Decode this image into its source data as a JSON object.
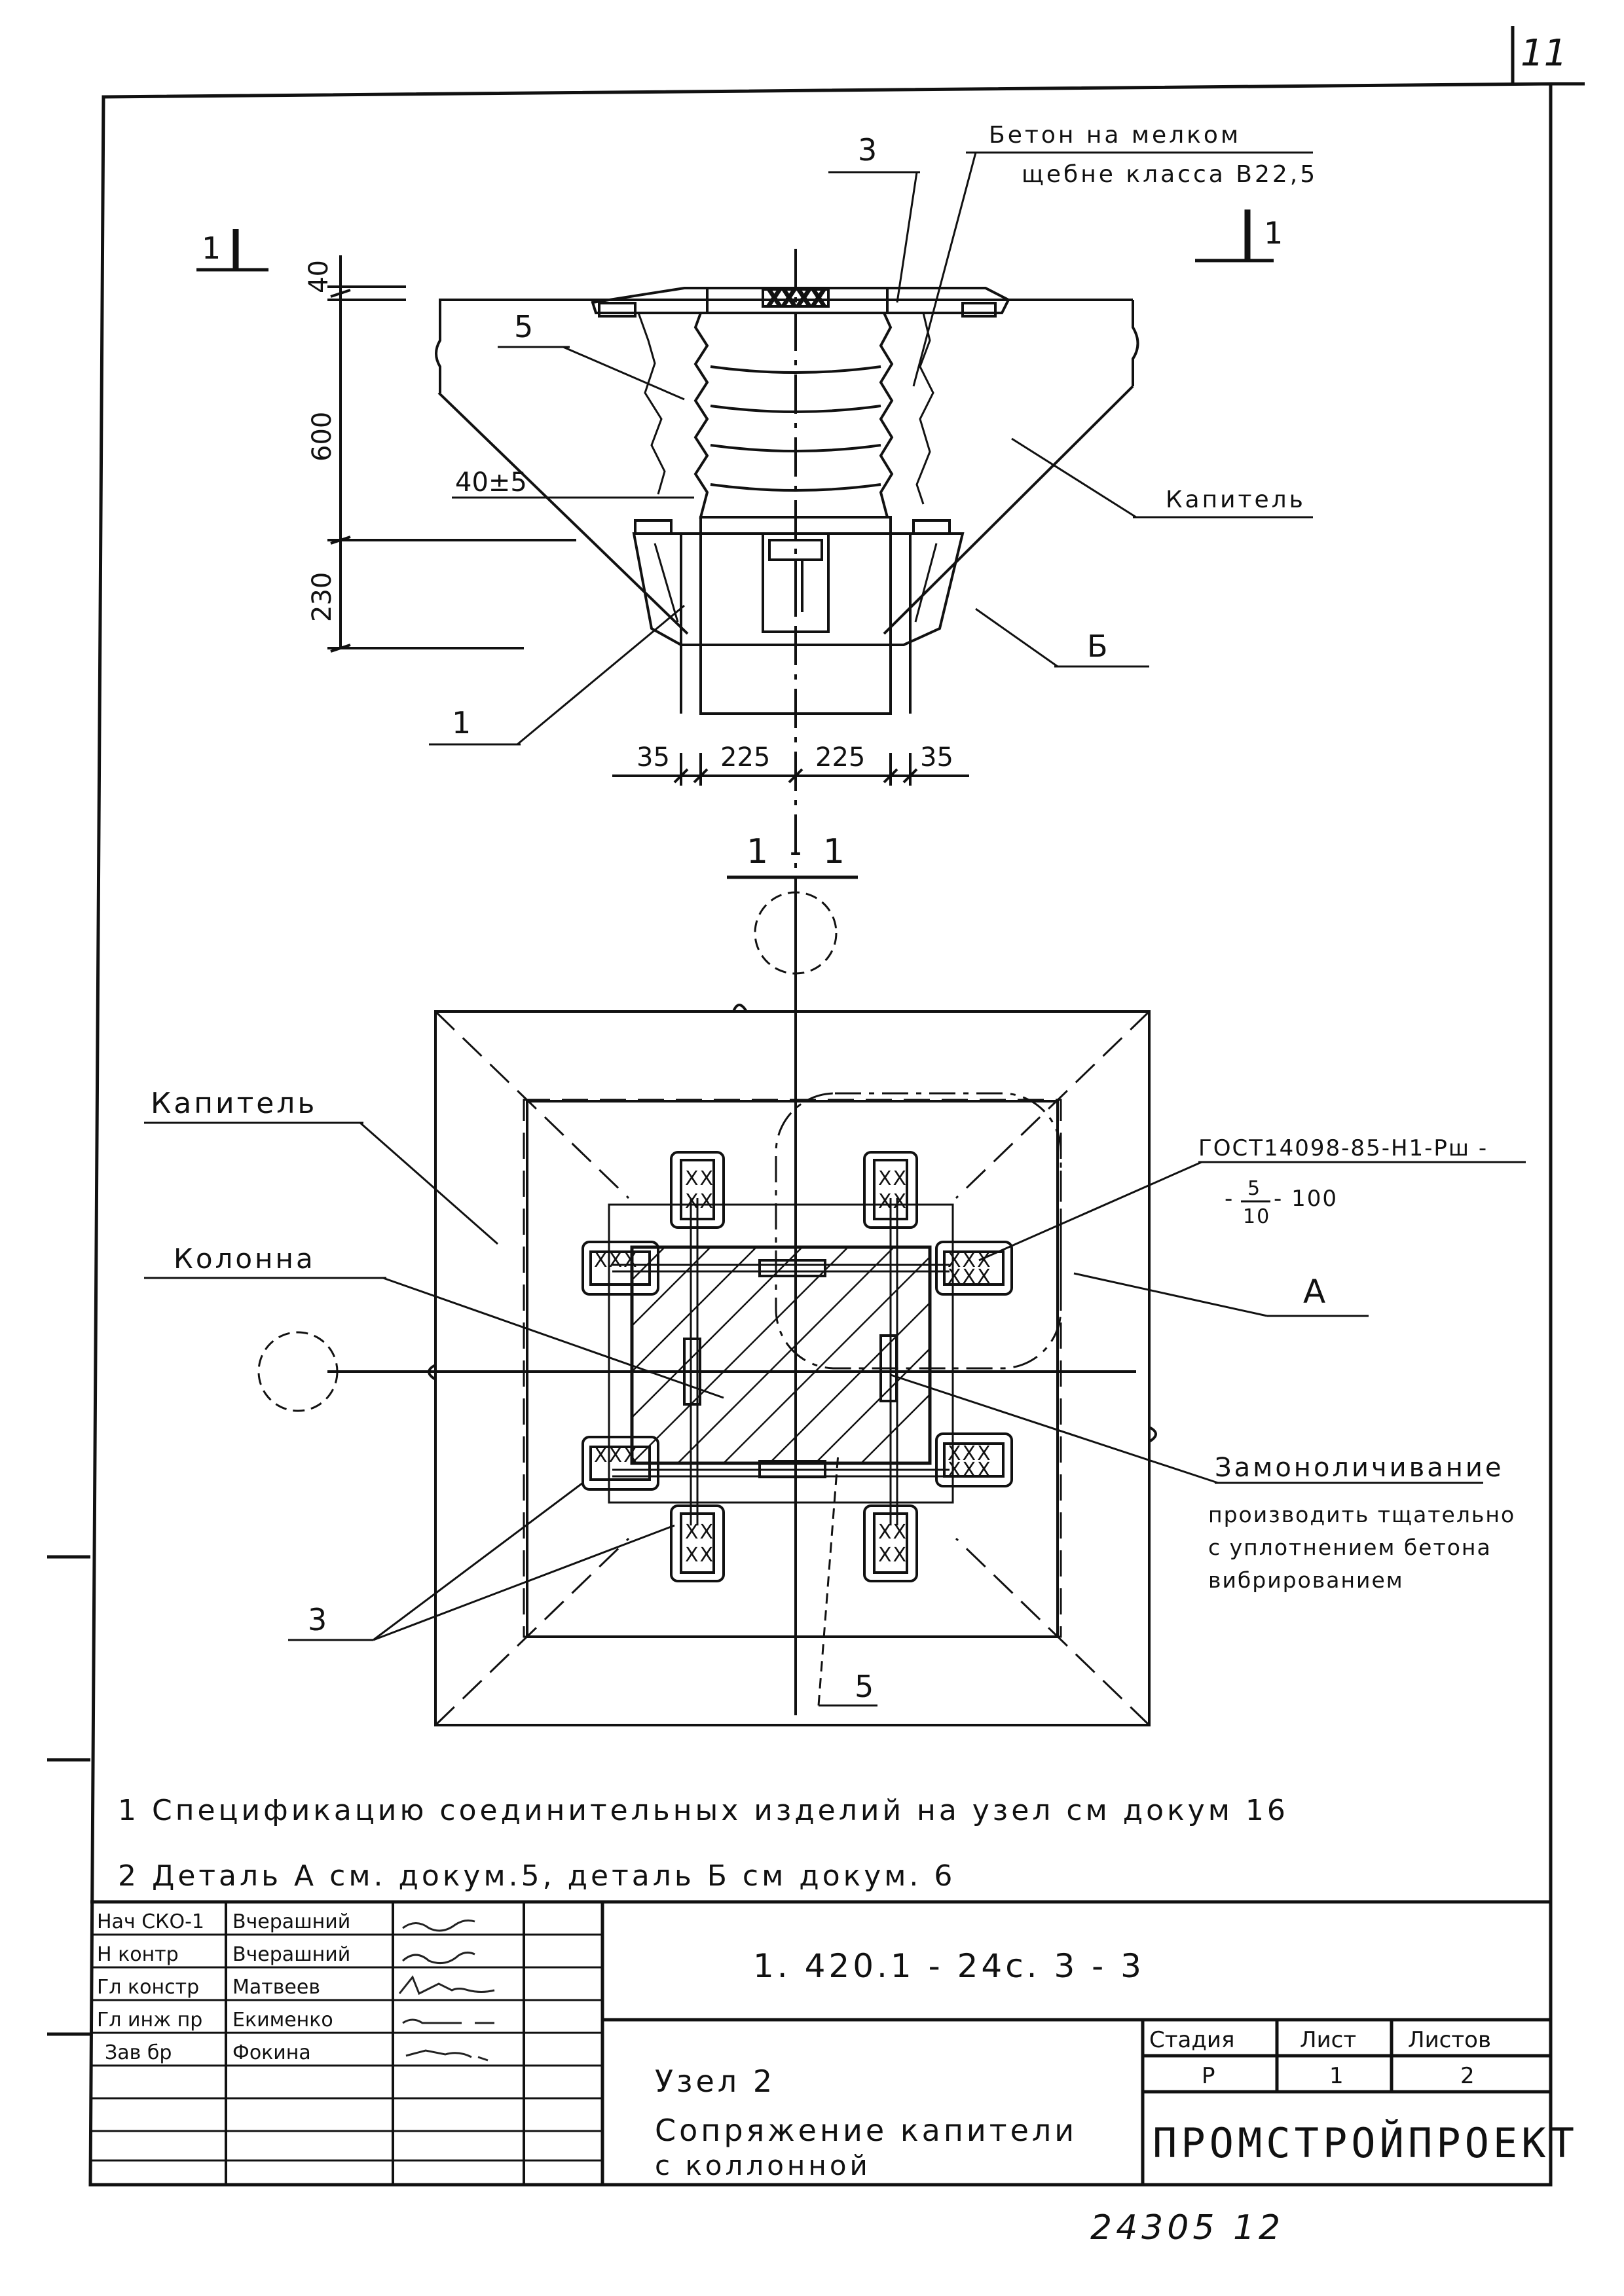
{
  "page_number": "11",
  "elevation": {
    "section_mark_left_num": "1",
    "section_mark_right_num": "1",
    "concrete_label_line1": "Бетон на мелком",
    "concrete_label_line2": "щебне класса В22,5",
    "callout_3": "3",
    "callout_5": "5",
    "callout_1": "1",
    "capital_label": "Капитель",
    "detail_b_label": "Б",
    "dim_40": "40",
    "dim_600": "600",
    "dim_230": "230",
    "gap_label": "40±5",
    "bottom_dims": [
      "35",
      "225",
      "225",
      "35"
    ]
  },
  "plan": {
    "section_title": "1 - 1",
    "capital_label": "Капитель",
    "column_label": "Колонна",
    "gost_line1": "ГОСТ14098-85-Н1-Рш -",
    "gost_line2_pre": "-",
    "gost_frac_num": "5",
    "gost_frac_den": "10",
    "gost_line2_post": "- 100",
    "detail_a_label": "А",
    "grouting_title": "Замоноличивание",
    "grouting_notes": [
      "производить тщательно",
      "с уплотнением бетона",
      "вибрированием"
    ],
    "callout_3": "3",
    "callout_5": "5"
  },
  "notes": [
    "1 Спецификацию соединительных изделий на узел см докум 16",
    "2 Деталь А см. докум.5, деталь Б см докум. 6"
  ],
  "title_block": {
    "roles": [
      "Нач СКО-1",
      "Н контр",
      "Гл констр",
      "Гл инж пр",
      "Зав бр"
    ],
    "names": [
      "Вчерашний",
      "Вчерашний",
      "Матвеев",
      "Екименко",
      "Фокина"
    ],
    "doc_code": "1. 420.1 - 24с. 3 - 3",
    "title_lines": [
      "Узел 2",
      "Сопряжение капители",
      "с коллонной"
    ],
    "stage_header": "Стадия",
    "sheet_header": "Лист",
    "sheets_header": "Листов",
    "stage_value": "Р",
    "sheet_value": "1",
    "sheets_value": "2",
    "organization": "ПРОМСТРОЙПРОЕКТ"
  },
  "footer_code": "24305 12"
}
